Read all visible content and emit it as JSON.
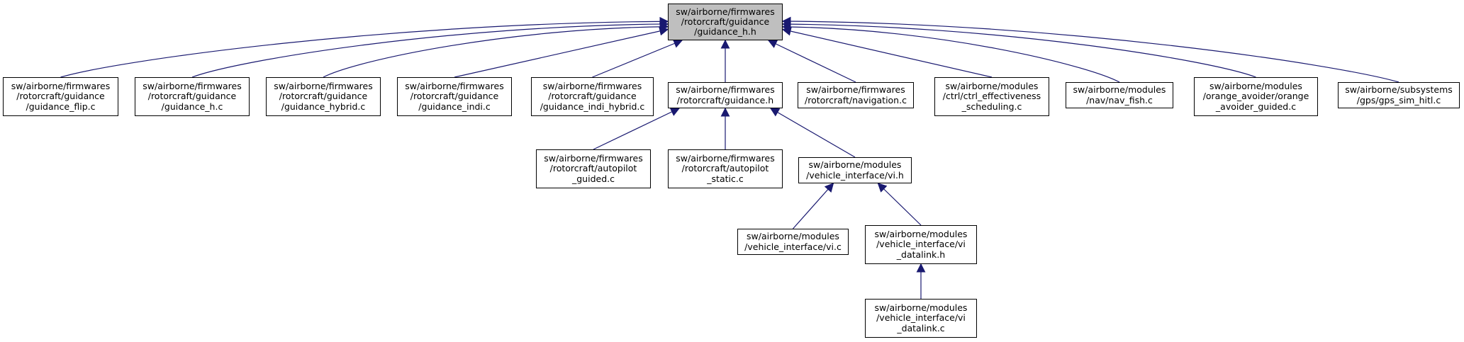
{
  "colors": {
    "edge": "#191970",
    "root_fill": "#bfbfbf",
    "node_fill": "#ffffff",
    "border": "#000000"
  },
  "nodes": [
    {
      "id": "root",
      "lines": [
        "sw/airborne/firmwares",
        "/rotorcraft/guidance",
        "/guidance_h.h"
      ]
    },
    {
      "id": "guidance_flip_c",
      "lines": [
        "sw/airborne/firmwares",
        "/rotorcraft/guidance",
        "/guidance_flip.c"
      ]
    },
    {
      "id": "guidance_h_c",
      "lines": [
        "sw/airborne/firmwares",
        "/rotorcraft/guidance",
        "/guidance_h.c"
      ]
    },
    {
      "id": "guidance_hybrid_c",
      "lines": [
        "sw/airborne/firmwares",
        "/rotorcraft/guidance",
        "/guidance_hybrid.c"
      ]
    },
    {
      "id": "guidance_indi_c",
      "lines": [
        "sw/airborne/firmwares",
        "/rotorcraft/guidance",
        "/guidance_indi.c"
      ]
    },
    {
      "id": "guidance_indi_hybrid_c",
      "lines": [
        "sw/airborne/firmwares",
        "/rotorcraft/guidance",
        "/guidance_indi_hybrid.c"
      ]
    },
    {
      "id": "guidance_h",
      "lines": [
        "sw/airborne/firmwares",
        "/rotorcraft/guidance.h"
      ]
    },
    {
      "id": "navigation_c",
      "lines": [
        "sw/airborne/firmwares",
        "/rotorcraft/navigation.c"
      ]
    },
    {
      "id": "ctrl_effectiveness_scheduling_c",
      "lines": [
        "sw/airborne/modules",
        "/ctrl/ctrl_effectiveness",
        "_scheduling.c"
      ]
    },
    {
      "id": "nav_fish_c",
      "lines": [
        "sw/airborne/modules",
        "/nav/nav_fish.c"
      ]
    },
    {
      "id": "orange_avoider_guided_c",
      "lines": [
        "sw/airborne/modules",
        "/orange_avoider/orange",
        "_avoider_guided.c"
      ]
    },
    {
      "id": "gps_sim_hitl_c",
      "lines": [
        "sw/airborne/subsystems",
        "/gps/gps_sim_hitl.c"
      ]
    },
    {
      "id": "autopilot_guided_c",
      "lines": [
        "sw/airborne/firmwares",
        "/rotorcraft/autopilot",
        "_guided.c"
      ]
    },
    {
      "id": "autopilot_static_c",
      "lines": [
        "sw/airborne/firmwares",
        "/rotorcraft/autopilot",
        "_static.c"
      ]
    },
    {
      "id": "vi_h",
      "lines": [
        "sw/airborne/modules",
        "/vehicle_interface/vi.h"
      ]
    },
    {
      "id": "vi_c",
      "lines": [
        "sw/airborne/modules",
        "/vehicle_interface/vi.c"
      ]
    },
    {
      "id": "vi_datalink_h",
      "lines": [
        "sw/airborne/modules",
        "/vehicle_interface/vi",
        "_datalink.h"
      ]
    },
    {
      "id": "vi_datalink_c",
      "lines": [
        "sw/airborne/modules",
        "/vehicle_interface/vi",
        "_datalink.c"
      ]
    }
  ],
  "edges": [
    {
      "from": "guidance_flip_c",
      "to": "root"
    },
    {
      "from": "guidance_h_c",
      "to": "root"
    },
    {
      "from": "guidance_hybrid_c",
      "to": "root"
    },
    {
      "from": "guidance_indi_c",
      "to": "root"
    },
    {
      "from": "guidance_indi_hybrid_c",
      "to": "root"
    },
    {
      "from": "guidance_h",
      "to": "root"
    },
    {
      "from": "navigation_c",
      "to": "root"
    },
    {
      "from": "ctrl_effectiveness_scheduling_c",
      "to": "root"
    },
    {
      "from": "nav_fish_c",
      "to": "root"
    },
    {
      "from": "orange_avoider_guided_c",
      "to": "root"
    },
    {
      "from": "gps_sim_hitl_c",
      "to": "root"
    },
    {
      "from": "autopilot_guided_c",
      "to": "guidance_h"
    },
    {
      "from": "autopilot_static_c",
      "to": "guidance_h"
    },
    {
      "from": "vi_h",
      "to": "guidance_h"
    },
    {
      "from": "vi_c",
      "to": "vi_h"
    },
    {
      "from": "vi_datalink_h",
      "to": "vi_h"
    },
    {
      "from": "vi_datalink_c",
      "to": "vi_datalink_h"
    }
  ]
}
